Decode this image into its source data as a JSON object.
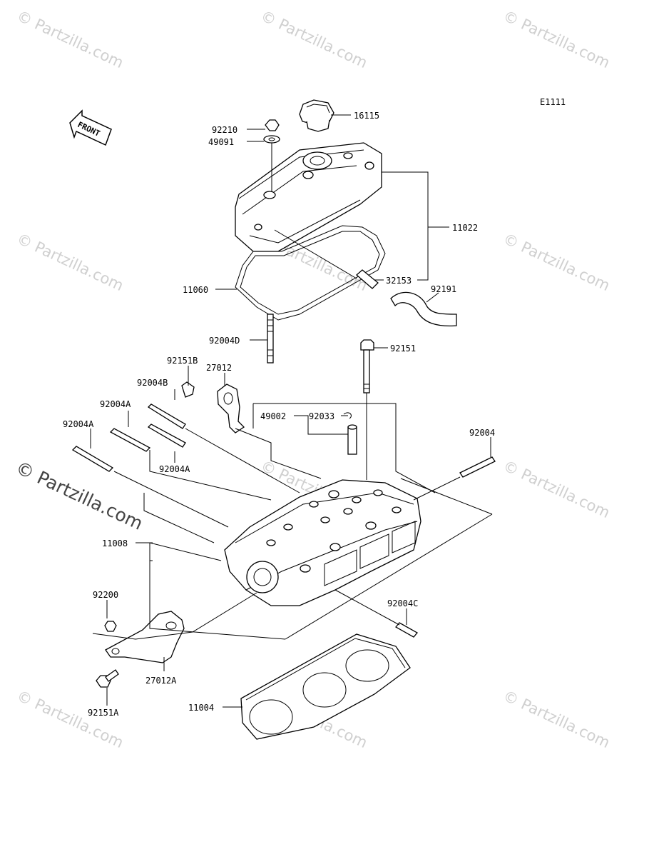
{
  "diagram_code": "E1111",
  "front_label": "FRONT",
  "watermark": "© Partzilla.com",
  "parts": {
    "p16115": "16115",
    "p92210": "92210",
    "p49091": "49091",
    "p11022": "11022",
    "p32153": "32153",
    "p11060": "11060",
    "p92191": "92191",
    "p92004D": "92004D",
    "p92151": "92151",
    "p92151B": "92151B",
    "p27012": "27012",
    "p92004B": "92004B",
    "p92004A_1": "92004A",
    "p92004A_2": "92004A",
    "p92004A_3": "92004A",
    "p49002": "49002",
    "p92033": "92033",
    "p92004": "92004",
    "p11008": "11008",
    "p92200": "92200",
    "p92004C": "92004C",
    "p27012A": "27012A",
    "p92151A": "92151A",
    "p11004": "11004"
  }
}
